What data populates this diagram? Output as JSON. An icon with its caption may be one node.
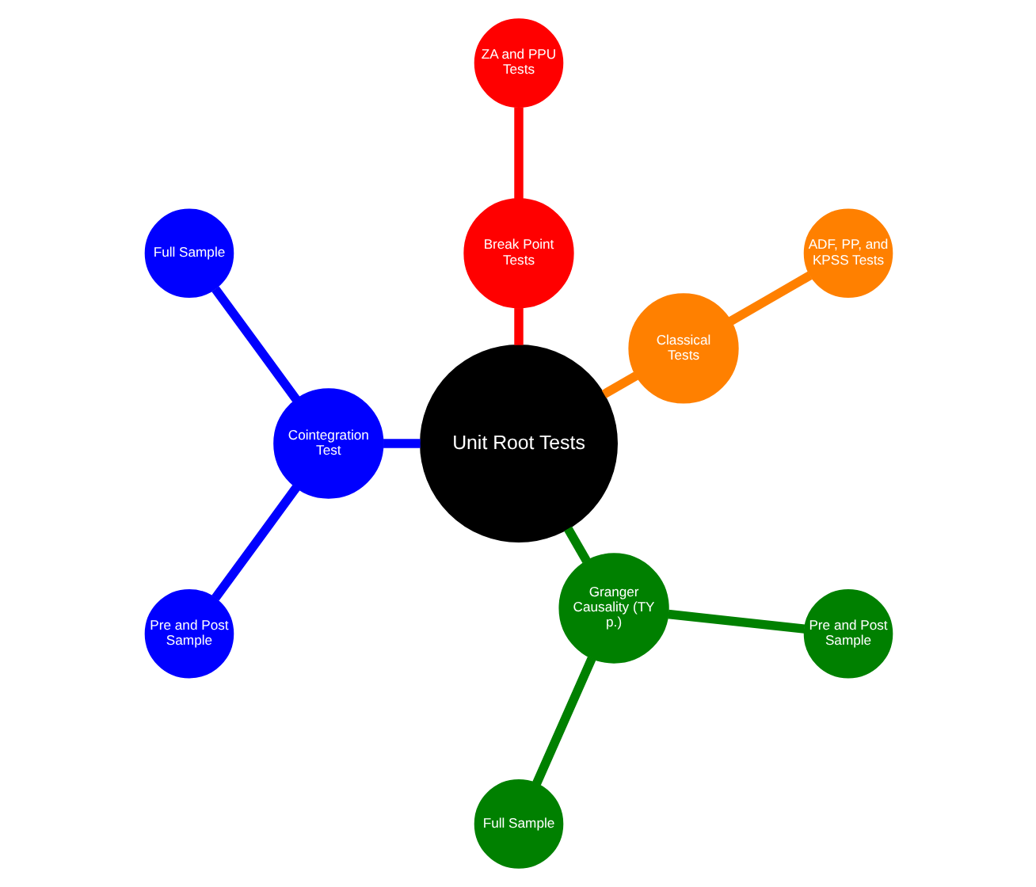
{
  "diagram": {
    "nodes": [
      {
        "text": [
          "Unit Root Tests"
        ]
      },
      {
        "text": [
          "Classical Tests"
        ]
      },
      {
        "text": [
          "ADF, PP, and KPSS Tests"
        ]
      },
      {
        "text": [
          "Break Point Tests"
        ]
      },
      {
        "text": [
          "ZA and PPU Tests"
        ]
      },
      {
        "text": [
          "Cointegration Test"
        ]
      },
      {
        "text": [
          "Full Sample"
        ]
      },
      {
        "text": [
          "Pre and Post Sample"
        ]
      },
      {
        "text": [
          "Granger Causality (TY p.)"
        ]
      },
      {
        "text": [
          "Full Sample"
        ]
      },
      {
        "text": [
          "Pre and Post Sample"
        ]
      }
    ],
    "edges": [
      {
        "from": 0,
        "to": 1,
        "arrow": "none",
        "color": "#ff8000"
      },
      {
        "from": 1,
        "to": 2,
        "arrow": "none",
        "color": "#ff8000"
      },
      {
        "from": 0,
        "to": 3,
        "arrow": "none",
        "color": "#ff0000"
      },
      {
        "from": 3,
        "to": 4,
        "arrow": "none",
        "color": "#ff0000"
      },
      {
        "from": 0,
        "to": 5,
        "arrow": "none",
        "color": "#0000ff"
      },
      {
        "from": 5,
        "to": 6,
        "arrow": "none",
        "color": "#0000ff"
      },
      {
        "from": 5,
        "to": 7,
        "arrow": "none",
        "color": "#0000ff"
      },
      {
        "from": 0,
        "to": 8,
        "arrow": "none",
        "color": "#008000"
      },
      {
        "from": 8,
        "to": 9,
        "arrow": "none",
        "color": "#008000"
      },
      {
        "from": 8,
        "to": 10,
        "arrow": "none",
        "color": "#008000"
      }
    ]
  }
}
